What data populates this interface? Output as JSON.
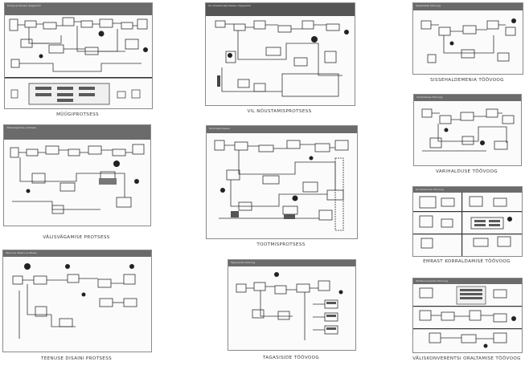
{
  "diagrams": [
    {
      "id": "d1",
      "caption": "MÜÜGIPROTSESS",
      "header": "Müügi protsessi diagramm"
    },
    {
      "id": "d2",
      "caption": "VIL NÕUSTAMISPROTSESS",
      "header": "Vil nõustamisprotsessi diagramm"
    },
    {
      "id": "d3",
      "caption": "SISSEHALDEMENIA TÖÖVOOG",
      "header": "Sissehalde töövoog"
    },
    {
      "id": "d4",
      "caption": "VÄLISVÄGAMISE PROTSESS",
      "header": "Välisvägamise protsess"
    },
    {
      "id": "d5",
      "caption": "TOOTMISPROTSESS",
      "header": "Tootmisprotsess"
    },
    {
      "id": "d6",
      "caption": "VARIHALDUSE TÖÖVOOG",
      "header": "Varihalduse töövoog"
    },
    {
      "id": "d7",
      "caption": "EMRAST KORRALDAMISE TÖÖVOOG",
      "header": "Korraldamise töövoog"
    },
    {
      "id": "d8",
      "caption": "TEENUSE DISAINI PROTSESS",
      "header": "Teenuse disaini protsess"
    },
    {
      "id": "d9",
      "caption": "TAGASISIDE TÖÖVOOG",
      "header": "Tagasiside töövoog"
    },
    {
      "id": "d10",
      "caption": "VÄLISKONVERENTSI ORALTAMISE TÖÖVOOG",
      "header": "Väliskonverentsi töövoog"
    }
  ]
}
